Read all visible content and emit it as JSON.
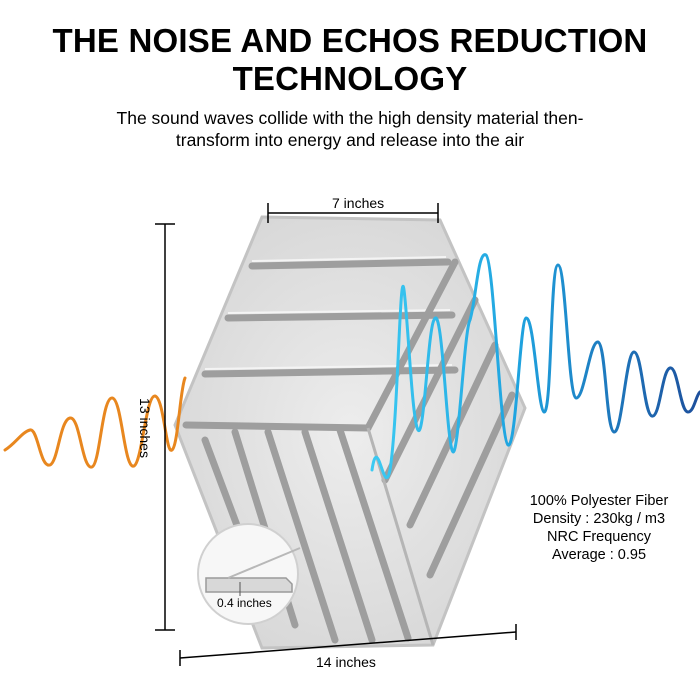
{
  "title_line1": "THE NOISE AND ECHOS REDUCTION",
  "title_line2": "TECHNOLOGY",
  "subtitle_line1": "The sound waves collide with the high density material then-",
  "subtitle_line2": "transform into energy and release into the air",
  "dimensions": {
    "width_label": "7 inches",
    "height_label": "13 inches",
    "length_label": "14 inches",
    "thickness_label": "0.4 inches"
  },
  "specs": {
    "material": "100% Polyester Fiber",
    "density": "Density : 230kg / m3",
    "nrc_label": "NRC Frequency",
    "nrc_value": "Average : 0.95"
  },
  "colors": {
    "incoming_wave": "#e8871f",
    "outgoing_wave_light": "#35c6f0",
    "outgoing_wave_dark": "#1d4f9c",
    "panel": "#e2e2e2"
  }
}
